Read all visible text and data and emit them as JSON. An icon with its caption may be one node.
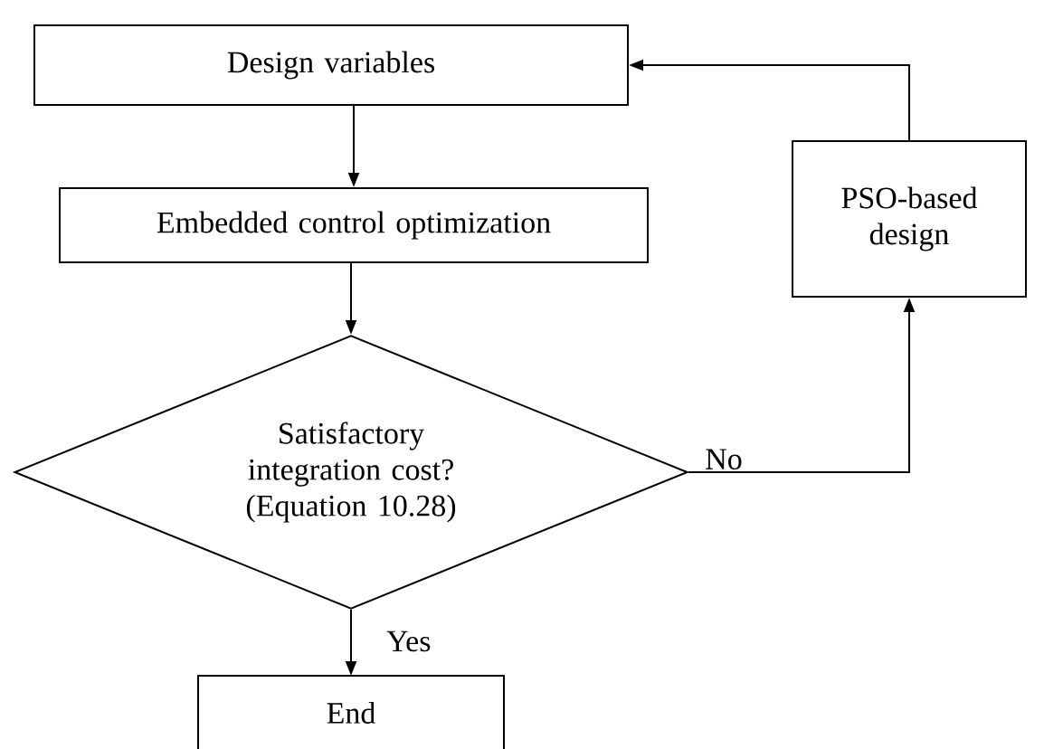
{
  "diagram": {
    "nodes": [
      {
        "text": [
          "Design variables"
        ]
      },
      {
        "text": [
          "Embedded control optimization"
        ]
      },
      {
        "text": [
          "Satisfactory integration cost? (Equation 10.28)"
        ]
      },
      {
        "text": [
          "PSO-based design"
        ]
      },
      {
        "text": [
          "End"
        ]
      }
    ],
    "edges": [
      {
        "from": 0,
        "to": 1,
        "arrow": "to"
      },
      {
        "from": 1,
        "to": 2,
        "arrow": "to"
      },
      {
        "from": 2,
        "to": 3,
        "arrow": "to",
        "label": "No"
      },
      {
        "from": 3,
        "to": 0,
        "arrow": "to"
      },
      {
        "from": 2,
        "to": 4,
        "arrow": "to",
        "label": "Yes"
      }
    ]
  }
}
